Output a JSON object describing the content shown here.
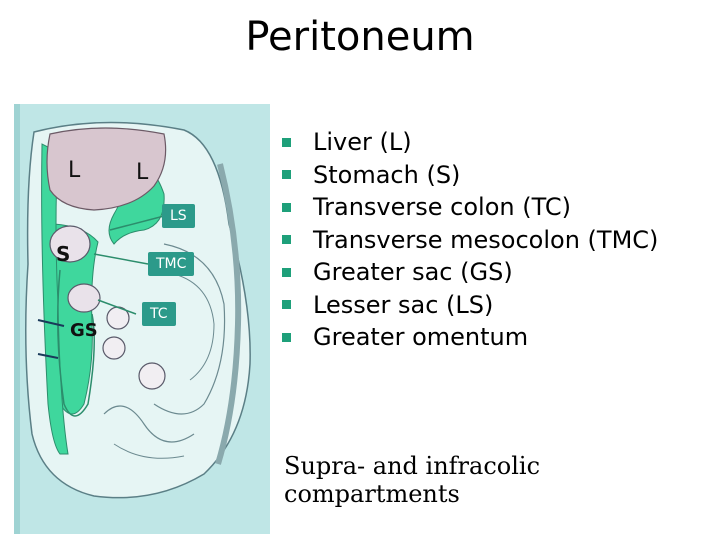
{
  "title": "Peritoneum",
  "figure": {
    "labels": {
      "liver_left": "L",
      "liver_right": "L",
      "stomach": "S",
      "greater_sac": "GS",
      "lesser_sac": "LS",
      "transverse_mesocolon": "TMC",
      "transverse_colon": "TC"
    }
  },
  "bullets": [
    "Liver (L)",
    "Stomach (S)",
    "Transverse colon (TC)",
    "Transverse mesocolon (TMC)",
    "Greater sac (GS)",
    "Lesser sac (LS)",
    "Greater omentum"
  ],
  "subtitle": "Supra- and infracolic compartments",
  "colors": {
    "bullet": "#1ea07a",
    "callout_bg": "#2c9a8a",
    "panel_bg": "#bfe6e6",
    "sac_green": "#3fd79d",
    "liver": "#d8c6cf"
  }
}
